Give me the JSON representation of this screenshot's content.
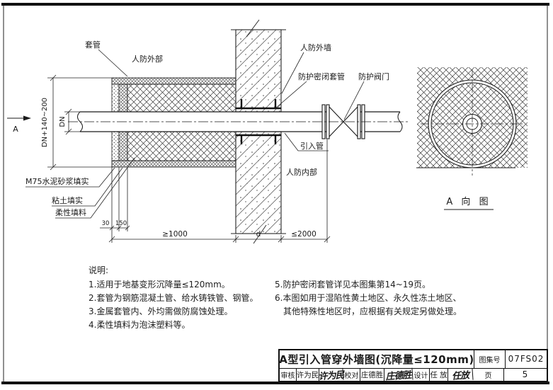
{
  "drawing": {
    "section": {
      "labels": {
        "casing": "套管",
        "outside": "人防外部",
        "wall": "人防外墙",
        "sealed_casing": "防护密闭套管",
        "valve": "防护阀门",
        "inlet_pipe": "引入管",
        "inside": "人防内部",
        "mortar_fill": "M75水泥砂浆填实",
        "clay_fill": "粘土填实",
        "flexible_fill": "柔性填料"
      },
      "dimensions": {
        "casing_outer": "DN+140~200",
        "pipe_dn": "DN",
        "mortar_w": "30",
        "clay_w": "150",
        "casing_len": "≥1000",
        "wall_thk": "d",
        "valve_dist": "≤2000"
      },
      "view_arrow": "A"
    },
    "view_a": {
      "caption": "A 向 图"
    }
  },
  "notes": {
    "heading": "说明:",
    "left": [
      "1.适用于地基变形沉降量≤120mm。",
      "2.套管为钢筋混凝土管、给水铸铁管、钢管。",
      "3.金属套管内、外均需做防腐蚀处理。",
      "4.柔性填料为泡沫塑料等。"
    ],
    "right": [
      "5.防护密闭套管详见本图集第14~19页。",
      "6.本图如用于湿陷性黄土地区、永久性冻土地区、",
      "其他特殊性地区时，应根据有关规定另做处理。"
    ]
  },
  "title_block": {
    "title": "A型引入管穿外墙图(沉降量≤120mm)",
    "atlas_label": "图集号",
    "atlas_no": "07FS02",
    "page_label": "页",
    "page_no": "5",
    "review_label": "审核",
    "review_name": "许为民",
    "review_sig": "许为民",
    "proof_label": "校对",
    "proof_name": "庄德胜",
    "proof_sig": "庄德胜",
    "design_label": "设计",
    "design_name": "任 放",
    "design_sig": "任放"
  }
}
